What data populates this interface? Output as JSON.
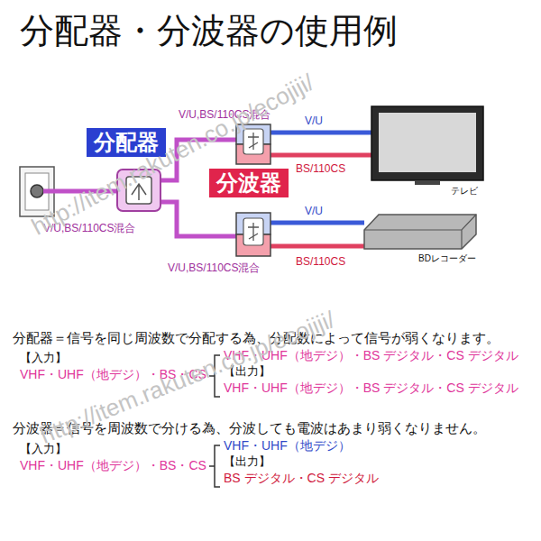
{
  "diagram": {
    "title": "分配器・分波器の使用例",
    "nodes": [
      {
        "text": [
          "分配器"
        ]
      },
      {
        "text": [
          "分波器"
        ]
      }
    ],
    "labels": [
      "V/U,BS/110CS混合",
      "V/U,BS/110CS混合",
      "V/U,BS/110CS混合",
      "V/U",
      "BS/110CS",
      "V/U",
      "BS/110CS",
      "テレビ",
      "BDレコーダー",
      "分配器＝信号を同じ周波数で分配する為、分配数によって信号が弱くなります。",
      "【入力】",
      "VHF・UHF（地デジ）・BS・CS",
      "VHF・UHF（地デジ）・BS デジタル・CS デジタル",
      "【出力】",
      "VHF・UHF（地デジ）・BS デジタル・CS デジタル",
      "分波器＝信号を周波数で分ける為、分波しても電波はあまり弱くなりません。",
      "【入力】",
      "VHF・UHF（地デジ）・BS・CS",
      "VHF・UHF（地デジ）",
      "【出力】",
      "BS デジタル・CS デジタル",
      "http://item.rakuten.co.jp/ecojiji/",
      "http://item.rakuten.co.jp/ecojiji/"
    ]
  }
}
